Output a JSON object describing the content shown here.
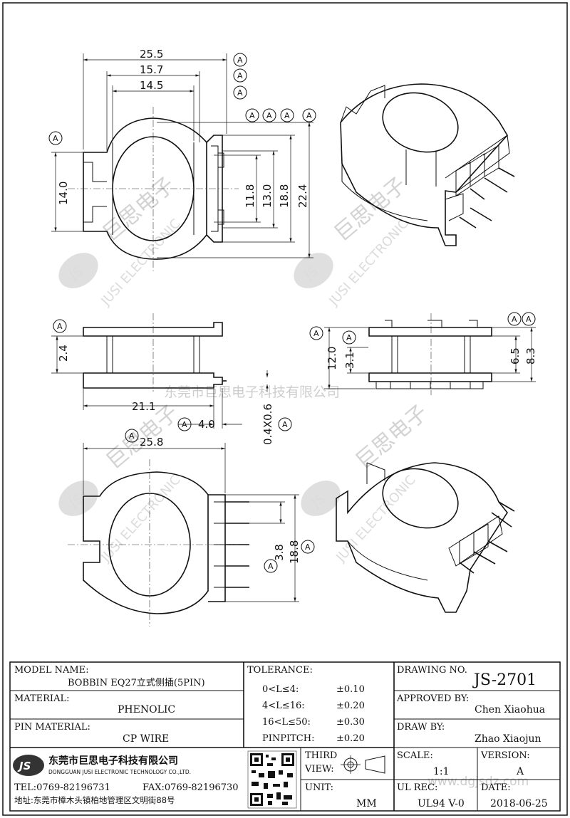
{
  "dims": {
    "top_width": "25.5",
    "top_inner_1": "15.7",
    "top_inner_2": "14.5",
    "top_height": "14.0",
    "right_h1": "11.8",
    "right_h2": "13.0",
    "right_h3": "18.8",
    "right_h4": "22.4",
    "side_h": "2.4",
    "side_w": "21.1",
    "side_pin_pitch": "4.0",
    "side_pin": "0.4X0.6",
    "front_h1": "12.0",
    "front_h2": "3.1",
    "front_r1": "6.5",
    "front_r2": "8.3",
    "bottom_width": "25.8",
    "bottom_h1": "3.8",
    "bottom_h2": "18.8"
  },
  "marker": "A",
  "watermark": {
    "company_cn": "东莞市巨思电子科技有限公司",
    "brand_cn": "巨思电子",
    "brand_en": "JUSI ELECTRONIC",
    "logo": "JS",
    "site": "www.dgjsdz.com"
  },
  "title_block": {
    "model_name_label": "MODEL NAME:",
    "model_name_value": "BOBBIN EQ27立式侧插(5PIN)",
    "tolerance_label": "TOLERANCE:",
    "tolerances": [
      {
        "range": "0<L≤4:",
        "value": "±0.10"
      },
      {
        "range": "4<L≤16:",
        "value": "±0.20"
      },
      {
        "range": "16<L≤50:",
        "value": "±0.30"
      },
      {
        "range": "PINPITCH:",
        "value": "±0.20"
      }
    ],
    "drawing_no_label": "DRAWING NO.",
    "drawing_no_value": "JS-2701",
    "material_label": "MATERIAL:",
    "material_value": "PHENOLIC",
    "approved_label": "APPROVED BY:",
    "approved_value": "Chen Xiaohua",
    "pin_material_label": "PIN MATERIAL:",
    "pin_material_value": "CP WIRE",
    "draw_by_label": "DRAW BY:",
    "draw_by_value": "Zhao Xiaojun",
    "company_logo": "JS",
    "company_cn": "东莞市巨思电子科技有限公司",
    "company_en": "DONGGUAN JUSI ELECTRONIC TECHNOLOGY CO.,LTD.",
    "tel": "TEL:0769-82196731",
    "fax": "FAX:0769-82196730",
    "address": "地址:东莞市樟木头镇柏地管理区文明街88号",
    "third_view_label_1": "THIRD",
    "third_view_label_2": "VIEW:",
    "unit_label": "UNIT:",
    "unit_value": "MM",
    "scale_label": "SCALE:",
    "scale_value": "1:1",
    "version_label": "VERSION:",
    "version_value": "A",
    "ul_rec_label": "UL REC:",
    "ul_rec_value": "UL94 V-0",
    "date_label": "DATE:",
    "date_value": "2018-06-25"
  }
}
